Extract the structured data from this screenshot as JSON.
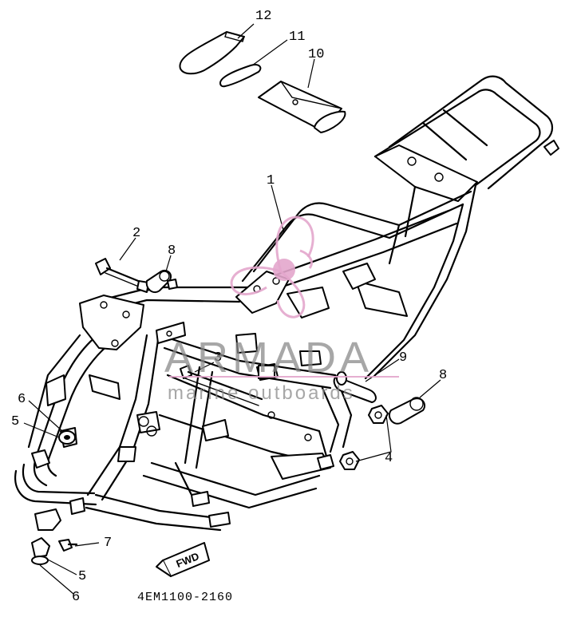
{
  "diagram": {
    "part_code": "4EM1100-2160",
    "direction_label": "FWD",
    "callouts": [
      {
        "id": "c12",
        "text": "12"
      },
      {
        "id": "c11",
        "text": "11"
      },
      {
        "id": "c10",
        "text": "10"
      },
      {
        "id": "c1",
        "text": "1"
      },
      {
        "id": "c2",
        "text": "2"
      },
      {
        "id": "c8a",
        "text": "8"
      },
      {
        "id": "c3",
        "text": "3"
      },
      {
        "id": "c9",
        "text": "9"
      },
      {
        "id": "c8b",
        "text": "8"
      },
      {
        "id": "c6a",
        "text": "6"
      },
      {
        "id": "c5a",
        "text": "5"
      },
      {
        "id": "c4",
        "text": "4"
      },
      {
        "id": "c7",
        "text": "7"
      },
      {
        "id": "c5b",
        "text": "5"
      },
      {
        "id": "c6b",
        "text": "6"
      }
    ]
  },
  "watermark": {
    "brand": "ARMADA",
    "tagline": "marine outboards",
    "color": "#e3a6cc"
  }
}
